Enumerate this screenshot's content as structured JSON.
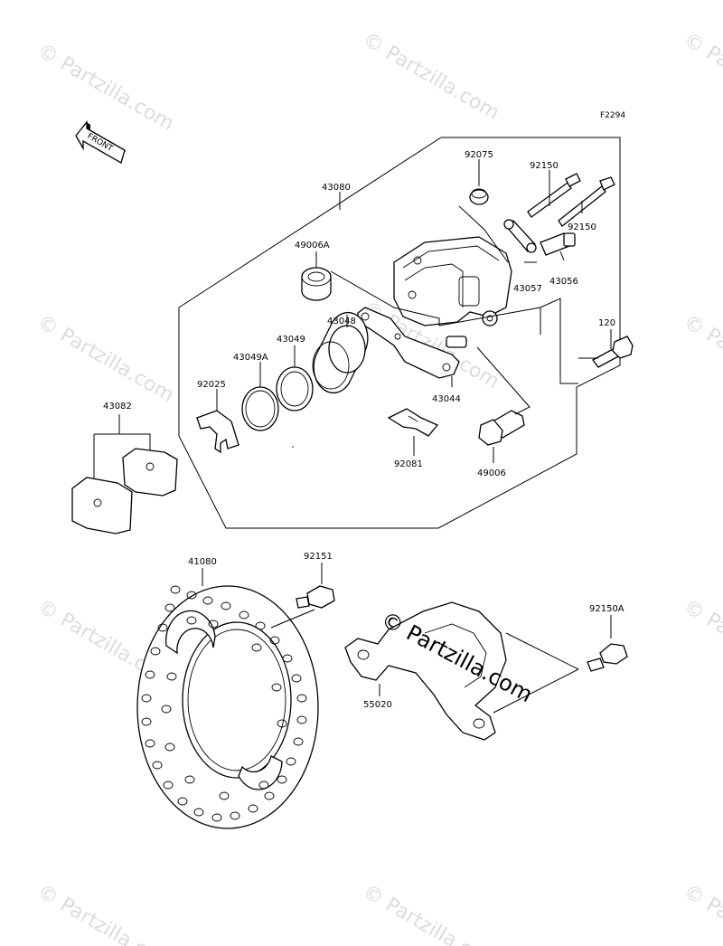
{
  "figure_code": "F2294",
  "front_label": "FRONT",
  "watermark": "© Partzilla.com",
  "center_watermark": "© Partzilla.com",
  "parts": {
    "p43080": "43080",
    "p92075": "92075",
    "p92150a": "92150",
    "p92150b": "92150",
    "p49006a": "49006A",
    "p43057": "43057",
    "p43056": "43056",
    "p43048": "43048",
    "p43049": "43049",
    "p43049a": "43049A",
    "p92025": "92025",
    "p43044": "43044",
    "p120": "120",
    "p43082": "43082",
    "p92081": "92081",
    "p49006": "49006",
    "p41080": "41080",
    "p92151": "92151",
    "p92150A": "92150A",
    "p55020": "55020"
  }
}
